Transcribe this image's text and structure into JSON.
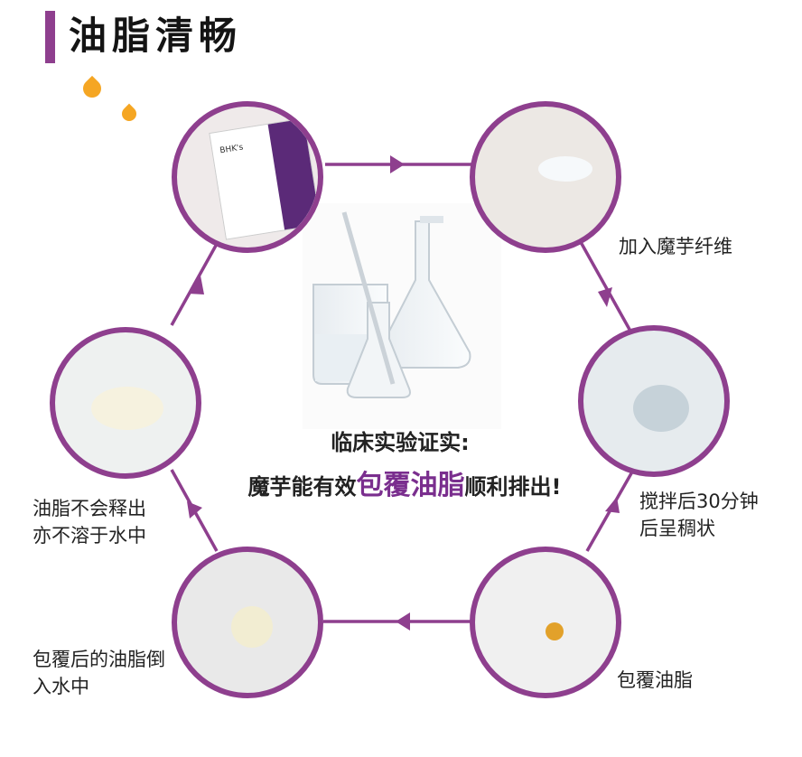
{
  "header": {
    "title": "油脂清畅"
  },
  "colors": {
    "accent": "#8e3f8e",
    "drop": "#f5a623"
  },
  "package": {
    "brand": "BHK's"
  },
  "steps": [
    {
      "label": "加入魔芋纤维"
    },
    {
      "label": "搅拌后30分钟后呈稠状"
    },
    {
      "label": "包覆油脂"
    },
    {
      "label": "包覆后的油脂倒入水中"
    },
    {
      "label": "油脂不会释出亦不溶于水中"
    }
  ],
  "center": {
    "title": "临床实验证实:",
    "sub_pre": "魔芋能有效",
    "sub_highlight": "包覆油脂",
    "sub_post": "顺利排出!"
  }
}
